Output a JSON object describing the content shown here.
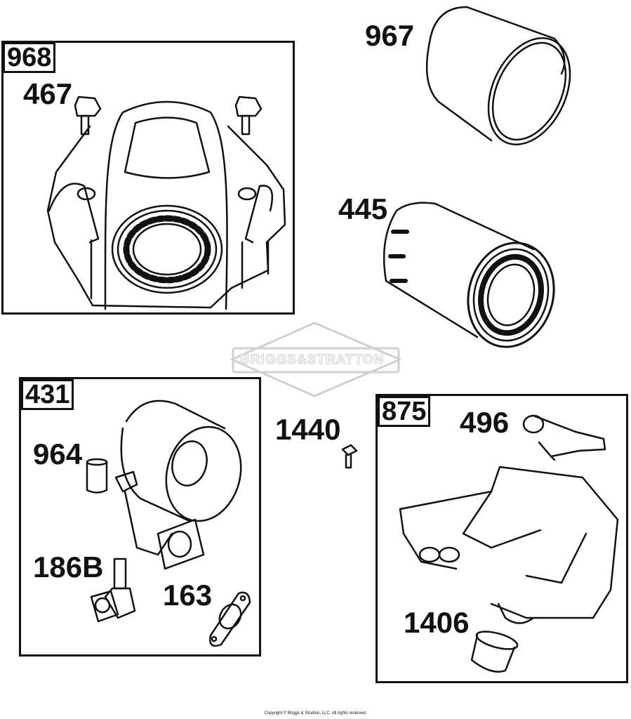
{
  "groups": {
    "g968": {
      "label": "968"
    },
    "g431": {
      "label": "431"
    },
    "g875": {
      "label": "875"
    }
  },
  "parts": {
    "p967": "967",
    "p467": "467",
    "p445": "445",
    "p964": "964",
    "p186B": "186B",
    "p163": "163",
    "p1440": "1440",
    "p496": "496",
    "p1406": "1406"
  },
  "watermark": {
    "text": "BRIGGS&STRATTON"
  },
  "footer": {
    "copyright": "Copyright © Briggs & Stratton, LLC. All rights reserved."
  }
}
